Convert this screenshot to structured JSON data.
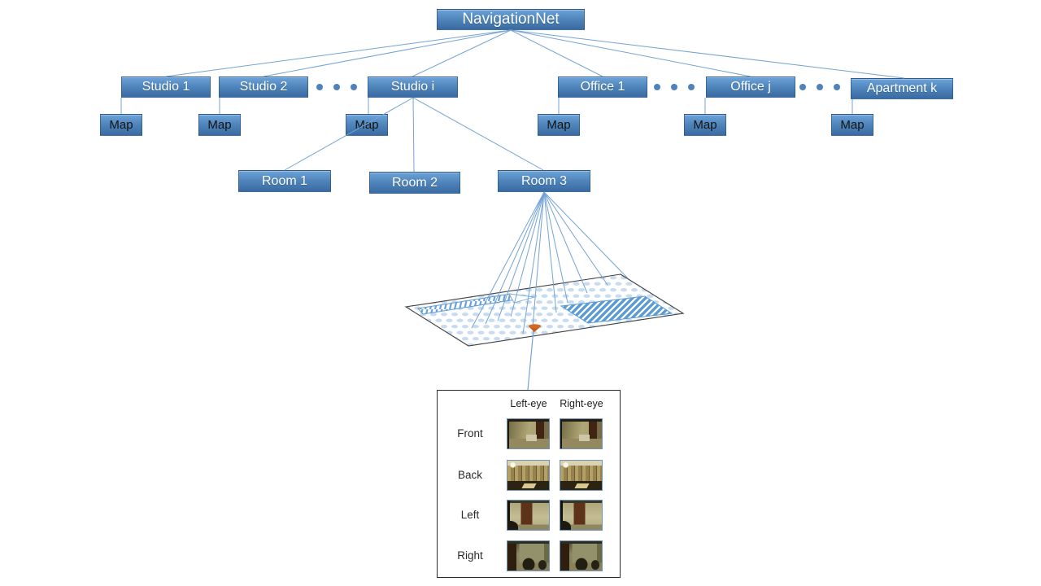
{
  "tree": {
    "root_label": "NavigationNet",
    "level1": [
      {
        "label": "Studio 1"
      },
      {
        "label": "Studio 2"
      },
      {
        "label": "Studio i"
      },
      {
        "label": "Office 1"
      },
      {
        "label": "Office j"
      },
      {
        "label": "Apartment k"
      }
    ],
    "map_label": "Map",
    "rooms": [
      {
        "label": "Room 1"
      },
      {
        "label": "Room 2"
      },
      {
        "label": "Room 3"
      }
    ]
  },
  "camera_views": {
    "columns": [
      "Left-eye",
      "Right-eye"
    ],
    "rows": [
      "Front",
      "Back",
      "Left",
      "Right"
    ]
  },
  "colors": {
    "node_blue_top": "#6ba2d8",
    "node_blue_bottom": "#3a6ba2",
    "connector_blue": "#74a3d4",
    "ellipsis_dot": "#4f81bd",
    "floor_dot": "#c7dcf0",
    "hatch_blue": "#5b9bd5",
    "floor_outline": "#3f3f3f",
    "position_marker_orange": "#c55a11"
  }
}
